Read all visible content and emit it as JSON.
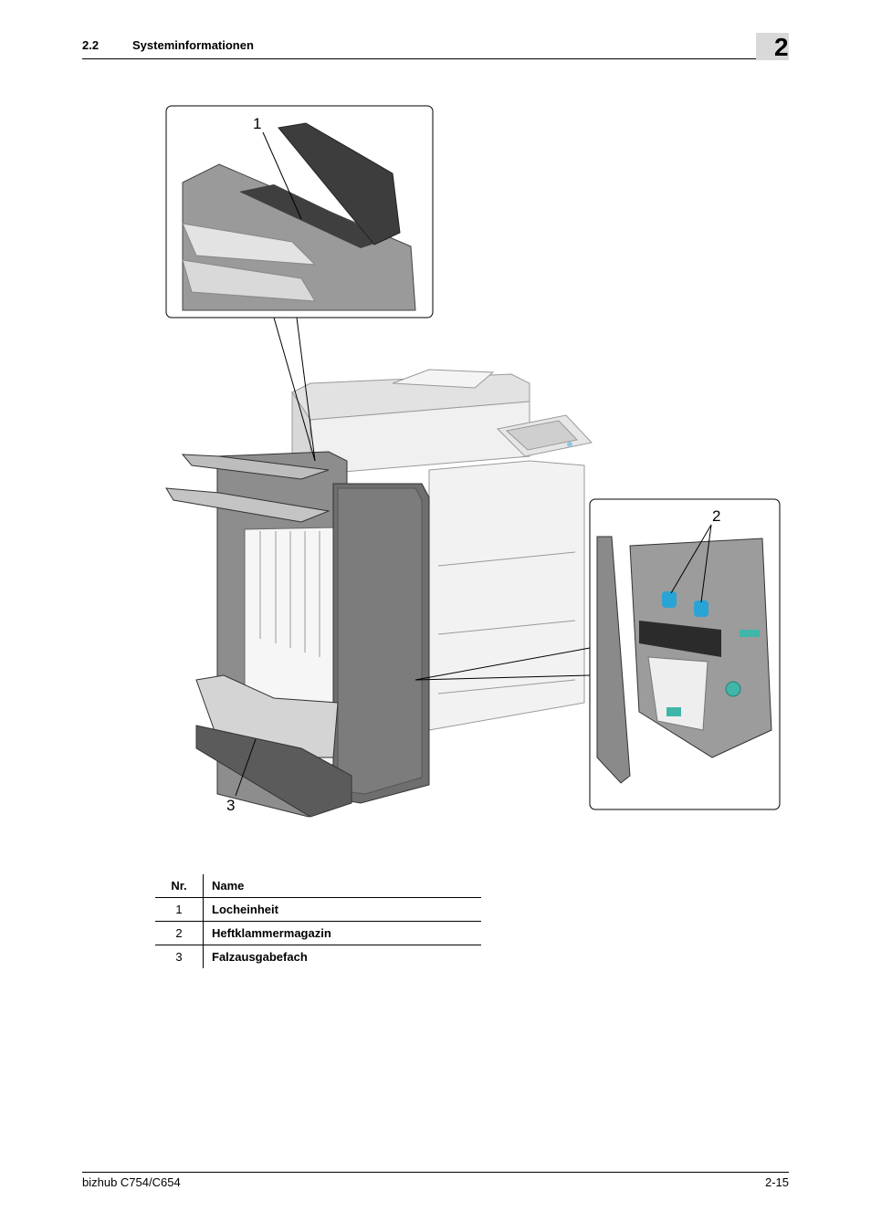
{
  "header": {
    "section_number": "2.2",
    "section_title": "Systeminformationen",
    "chapter": "2"
  },
  "figure": {
    "callouts": [
      "1",
      "2",
      "3"
    ]
  },
  "parts_table": {
    "headers": [
      "Nr.",
      "Name"
    ],
    "rows": [
      {
        "nr": "1",
        "name": "Locheinheit"
      },
      {
        "nr": "2",
        "name": "Heftklammermagazin"
      },
      {
        "nr": "3",
        "name": "Falzausgabefach"
      }
    ]
  },
  "footer": {
    "product": "bizhub C754/C654",
    "page": "2-15"
  },
  "colors": {
    "staple_accent": "#2aa3d6",
    "handle_accent": "#3fb6a8"
  }
}
